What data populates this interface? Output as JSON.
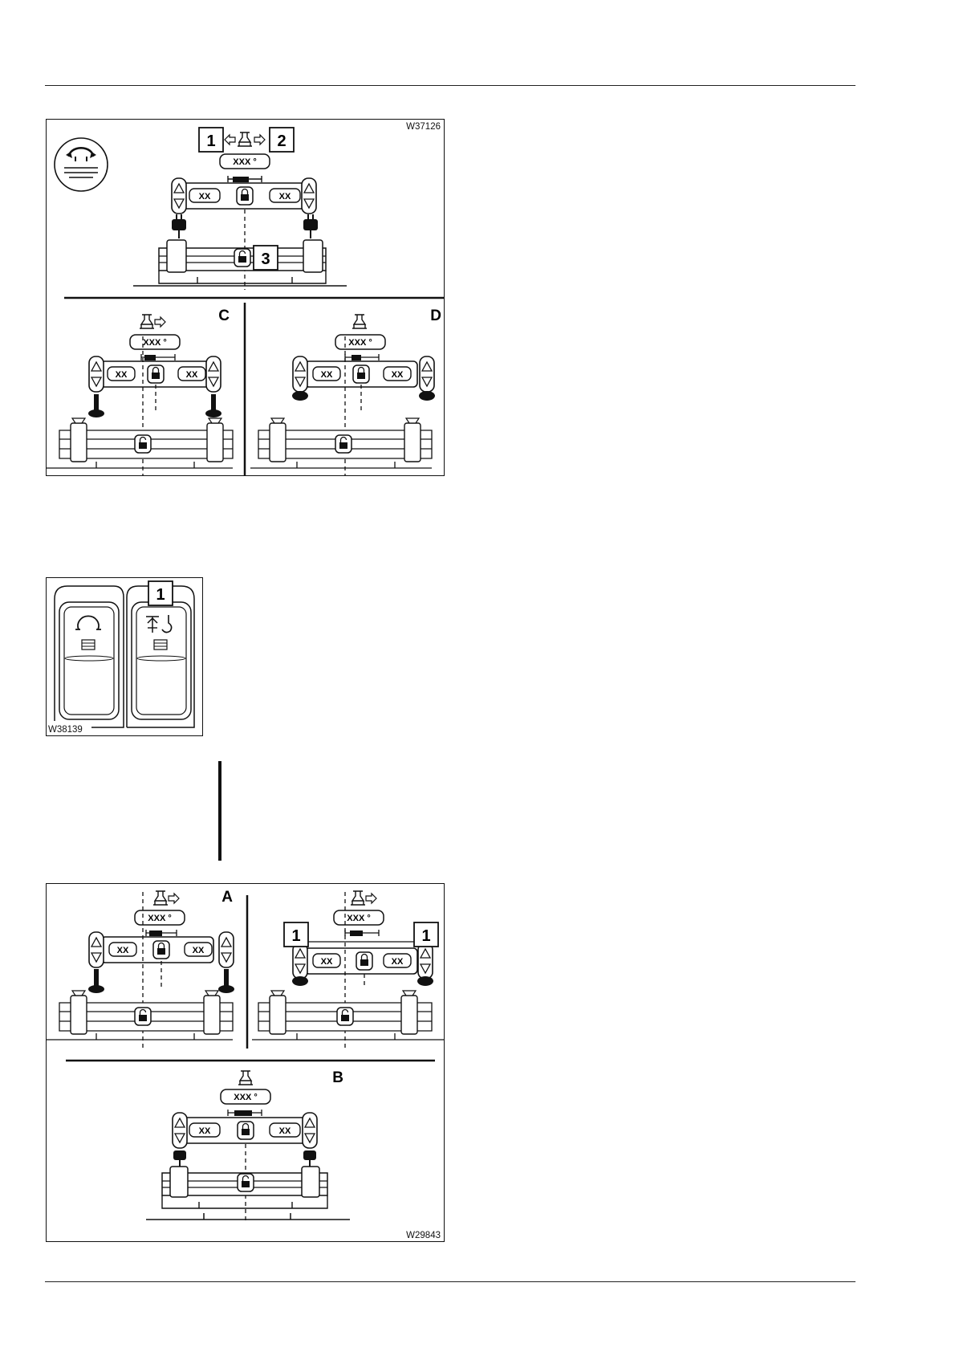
{
  "figures": {
    "fig1": {
      "code": "W37126",
      "callouts": [
        "1",
        "2",
        "3"
      ],
      "angle_label": "XXX °",
      "value_label": "XX",
      "panels": [
        "C",
        "D"
      ],
      "icons": [
        "slewing-gear-icon",
        "crane-hook-icon",
        "arrow-left-icon",
        "arrow-right-icon",
        "lock-icon",
        "up-down-arrows-icon"
      ]
    },
    "fig2": {
      "code": "W38139",
      "callouts": [
        "1"
      ],
      "icons": [
        "slewing-icon",
        "hoist-hook-icon",
        "list-icon"
      ]
    },
    "fig3": {
      "code": "W29843",
      "callouts": [
        "1",
        "1"
      ],
      "angle_label": "XXX °",
      "value_label": "XX",
      "panels": [
        "A",
        "B"
      ],
      "icons": [
        "crane-hook-icon",
        "arrow-right-icon",
        "lock-icon",
        "up-down-arrows-icon"
      ]
    }
  }
}
